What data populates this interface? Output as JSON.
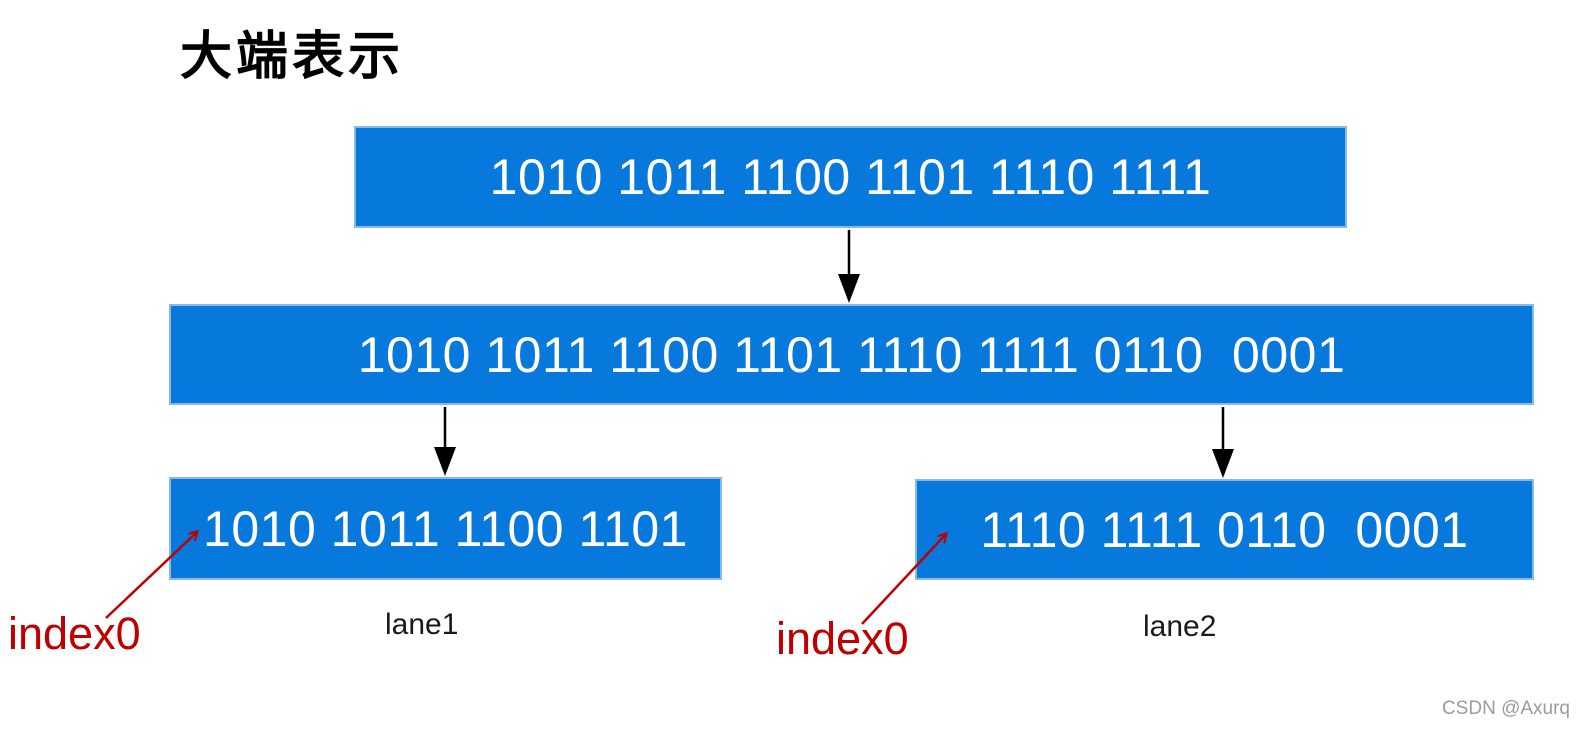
{
  "title": "大端表示",
  "diagram": {
    "row1": {
      "bits": "1010 1011 1100 1101 1110 1111"
    },
    "row2": {
      "bits": "1010 1011 1100 1101 1110 1111 0110  0001"
    },
    "lane1": {
      "bits": "1010 1011 1100 1101",
      "label": "lane1",
      "index_label": "index0"
    },
    "lane2": {
      "bits": "1110 1111 0110  0001",
      "label": "lane2",
      "index_label": "index0"
    }
  },
  "colors": {
    "box_fill": "#0778DC",
    "box_border": "#8ab9e6",
    "accent_red": "#C00000",
    "arrow_black": "#000000",
    "watermark_gray": "#9b9b9b"
  },
  "watermark": "CSDN @Axurq"
}
